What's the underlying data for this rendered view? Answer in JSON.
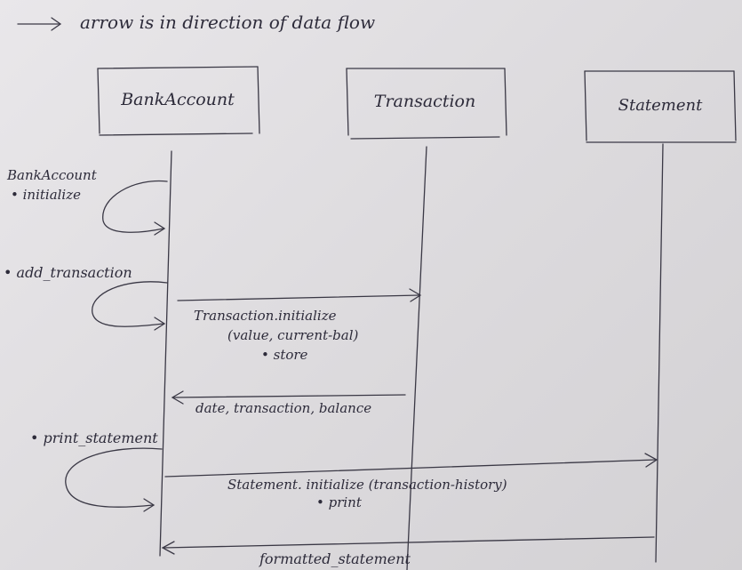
{
  "legend": {
    "arrow_text": "arrow is in direction of data flow"
  },
  "participants": [
    {
      "name": "BankAccount"
    },
    {
      "name": "Transaction"
    },
    {
      "name": "Statement"
    }
  ],
  "notes": {
    "init_title": "BankAccount",
    "init_method": "• initialize",
    "add_transaction": "• add_transaction",
    "print_statement": "• print_statement"
  },
  "messages": {
    "transaction_init_line1": "Transaction.initialize",
    "transaction_init_line2": "(value, current-bal)",
    "transaction_store": "• store",
    "return_fields": "date, transaction, balance",
    "statement_init": "Statement. initialize (transaction-history)",
    "statement_print": "• print",
    "formatted_statement": "formatted_statement"
  }
}
